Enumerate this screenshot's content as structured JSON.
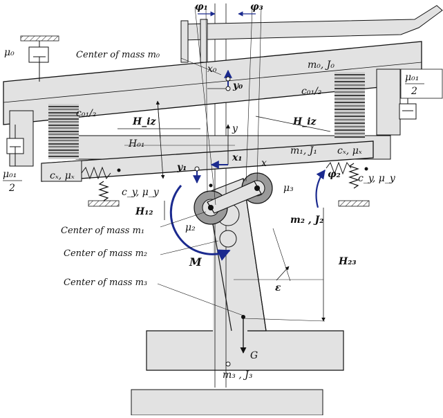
{
  "annotations": {
    "phi1": "φ₁",
    "phi3": "φ₃",
    "mu0": "μ₀",
    "mu01_left": "μ₀₁",
    "mu01_left_den": "2",
    "mu01_right": "μ₀₁",
    "mu01_right_den": "2",
    "center_m0": "Center of mass m₀",
    "x0": "x₀",
    "y0": "y₀",
    "m0J0": "m₀, J₀",
    "c01_2_left": "c₀₁/₂",
    "c01_2_right": "c₀₁/₂",
    "H_iz_left": "H_iz",
    "H_iz_right": "H_iz",
    "y_axis": "y",
    "H01": "H₀₁",
    "x1": "x₁",
    "m1J1": "m₁, J₁",
    "cx_mux_right": "cₓ, μₓ",
    "cx_mux_left": "cₓ, μₓ",
    "y1": "y₁",
    "x_axis": "x",
    "mu3": "μ₃",
    "phi2": "φ₂",
    "cy_muy_right": "c_y, μ_y",
    "cy_muy_left": "c_y, μ_y",
    "H12": "H₁₂",
    "center_m1": "Center of mass m₁",
    "mu2": "μ₂",
    "m2J2": "m₂ , J₂",
    "center_m2": "Center of mass m₂",
    "M": "M",
    "H23": "H₂₃",
    "epsilon": "ε",
    "center_m3": "Center of mass m₃",
    "G": "G",
    "m3J3": "m₃ , J₃"
  },
  "colors": {
    "body_fill": "#e2e2e2",
    "line": "#111111",
    "accent_blue": "#1b2a8f"
  }
}
